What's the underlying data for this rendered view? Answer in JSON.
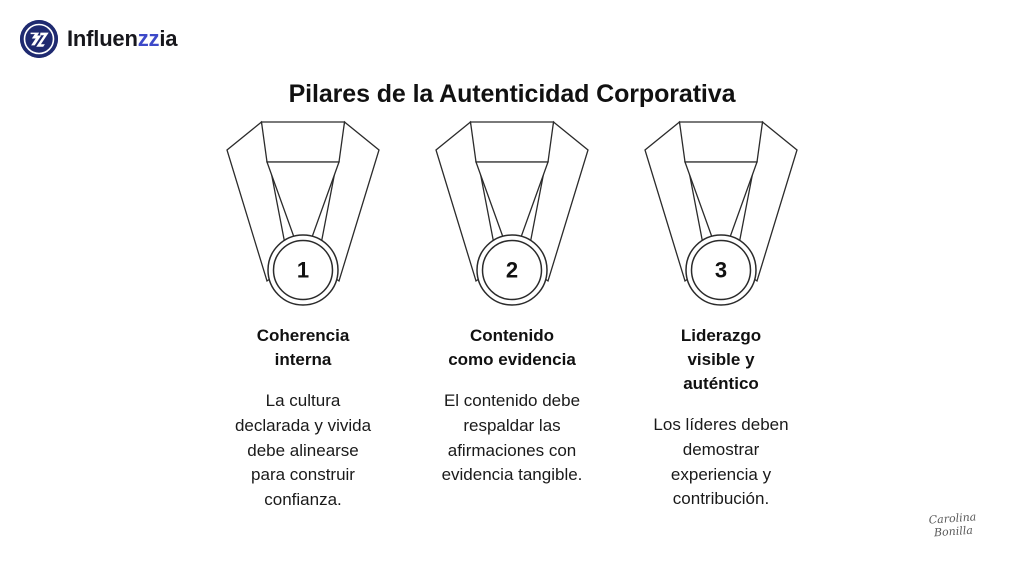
{
  "brand": {
    "logo_icon": "zz-monogram-circle-icon",
    "name_part1": "Influen",
    "name_part2": "zz",
    "name_part3": "ia",
    "mark_color": "#1f2a70",
    "accent_color": "#3d49c8",
    "text_color": "#17171c"
  },
  "header": {
    "title": "Pilares de la Autenticidad Corporativa"
  },
  "pillars": [
    {
      "medal_icon": "medal-ribbon-icon",
      "number": "1",
      "heading": "Coherencia interna",
      "body": "La cultura declarada y vivida debe alinearse para construir confianza."
    },
    {
      "medal_icon": "medal-ribbon-icon",
      "number": "2",
      "heading": "Contenido como evidencia",
      "body": "El contenido debe respaldar las afirmaciones con evidencia tangible."
    },
    {
      "medal_icon": "medal-ribbon-icon",
      "number": "3",
      "heading": "Liderazgo visible y auténtico",
      "body": "Los líderes deben demostrar experiencia y contribución."
    }
  ],
  "signature": {
    "line1": "Carolina",
    "line2": "Bonilla"
  }
}
